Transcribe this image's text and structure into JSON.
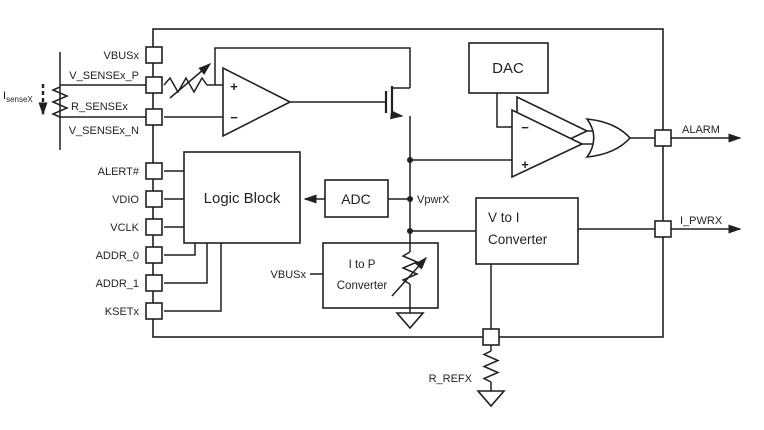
{
  "colors": {
    "line": "#231f20",
    "background": "#ffffff"
  },
  "external": {
    "isense_main": "I",
    "isense_sub": "senseX",
    "rsense": "R_SENSEx",
    "rref": "R_REFX",
    "vbus_source": "VBUSx"
  },
  "pins": {
    "vbusx": "VBUSx",
    "vsense_p": "V_SENSEx_P",
    "vsense_n": "V_SENSEx_N",
    "alert": "ALERT#",
    "vdio": "VDIO",
    "vclk": "VCLK",
    "addr0": "ADDR_0",
    "addr1": "ADDR_1",
    "ksetx": "KSETx",
    "alarm": "ALARM",
    "ipwrx": "I_PWRX"
  },
  "blocks": {
    "logic": "Logic Block",
    "adc": "ADC",
    "dac": "DAC",
    "vtoi_line1": "V to I",
    "vtoi_line2": "Converter",
    "itop_line1": "I to P",
    "itop_line2": "Converter"
  },
  "nets": {
    "vpwrx": "VpwrX"
  },
  "symbols": {
    "plus": "+",
    "minus": "−"
  }
}
